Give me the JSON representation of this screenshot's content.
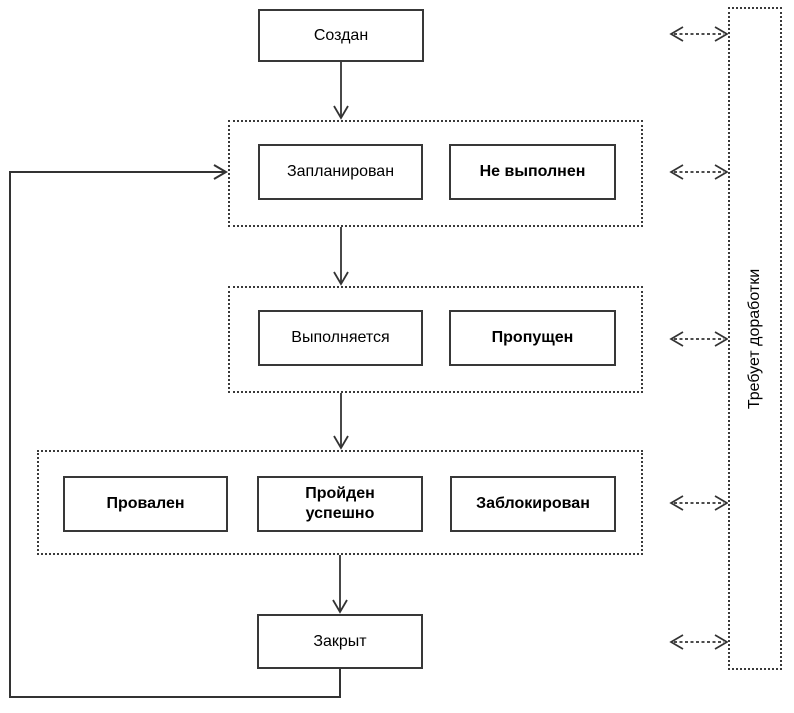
{
  "diagram": {
    "background": "#ffffff",
    "stroke_color": "#333333",
    "nodes": {
      "created": {
        "label": "Создан"
      },
      "planned": {
        "label": "Запланирован"
      },
      "not_executed": {
        "label": "Не выполнен"
      },
      "in_progress": {
        "label": "Выполняется"
      },
      "skipped": {
        "label": "Пропущен"
      },
      "failed": {
        "label": "Провален"
      },
      "passed": {
        "label": "Пройден успешно"
      },
      "blocked": {
        "label": "Заблокирован"
      },
      "closed": {
        "label": "Закрыт"
      },
      "needs_rework": {
        "label": "Требует доработки"
      }
    }
  }
}
